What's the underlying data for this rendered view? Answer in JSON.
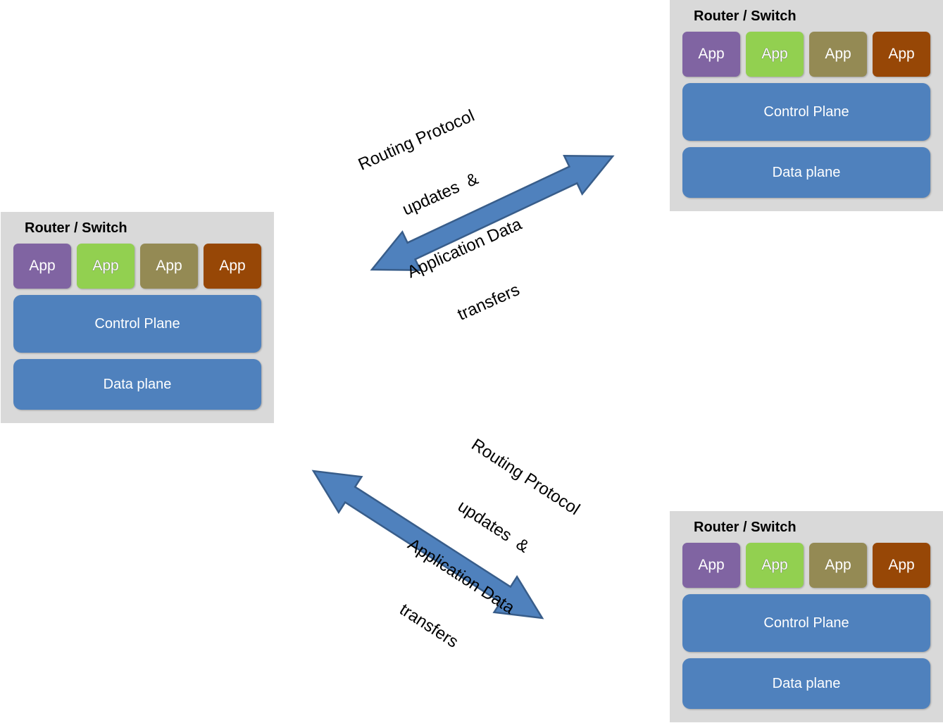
{
  "colors": {
    "router_bg": "#d9d9d9",
    "plane": "#4f81bd",
    "arrow_fill": "#4f81bd",
    "arrow_stroke": "#385d8a",
    "app_purple": "#8064a2",
    "app_green": "#92d050",
    "app_olive": "#948a54",
    "app_brown": "#974706"
  },
  "routers": [
    {
      "title": "Router / Switch",
      "apps": [
        "App",
        "App",
        "App",
        "App"
      ],
      "control_plane": "Control Plane",
      "data_plane": "Data plane"
    },
    {
      "title": "Router / Switch",
      "apps": [
        "App",
        "App",
        "App",
        "App"
      ],
      "control_plane": "Control Plane",
      "data_plane": "Data plane"
    },
    {
      "title": "Router / Switch",
      "apps": [
        "App",
        "App",
        "App",
        "App"
      ],
      "control_plane": "Control Plane",
      "data_plane": "Data plane"
    }
  ],
  "links": [
    {
      "label_lines": [
        "Routing Protocol",
        "updates  &",
        "Application Data",
        "transfers"
      ]
    },
    {
      "label_lines": [
        "Routing Protocol",
        "updates  &",
        "Application Data",
        "transfers"
      ]
    }
  ]
}
